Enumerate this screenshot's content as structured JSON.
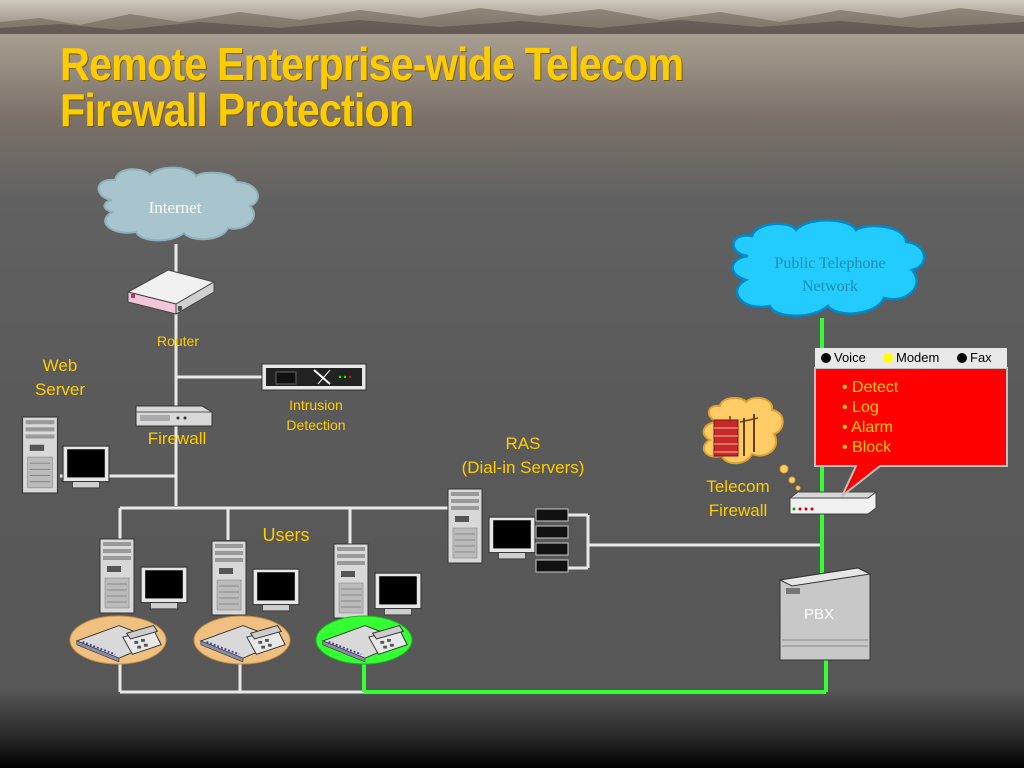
{
  "title": {
    "line1": "Remote Enterprise-wide Telecom",
    "line2": "Firewall Protection"
  },
  "diagram": {
    "clouds": {
      "internet": "Internet",
      "pstn_line1": "Public Telephone",
      "pstn_line2": "Network"
    },
    "labels": {
      "router": "Router",
      "web_server_line1": "Web",
      "web_server_line2": "Server",
      "firewall": "Firewall",
      "intrusion_line1": "Intrusion",
      "intrusion_line2": "Detection",
      "users": "Users",
      "ras_line1": "RAS",
      "ras_line2": "(Dial-in Servers)",
      "telecom_fw_line1": "Telecom",
      "telecom_fw_line2": "Firewall",
      "pbx": "PBX"
    },
    "legend": [
      {
        "label": "Voice",
        "color": "#000000"
      },
      {
        "label": "Modem",
        "color": "#ffff00"
      },
      {
        "label": "Fax",
        "color": "#000000"
      }
    ],
    "actions": [
      "• Detect",
      "• Log",
      "• Alarm",
      "• Block"
    ],
    "colors": {
      "title": "#ffcc00",
      "label": "#ffcc00",
      "secure_line": "#33ff33",
      "network_line": "#e8e8e8",
      "alert_box": "#ff0000",
      "internet_cloud": "#a8c4cc",
      "pstn_cloud": "#22ccff",
      "thought_cloud": "#ffcc66"
    }
  }
}
